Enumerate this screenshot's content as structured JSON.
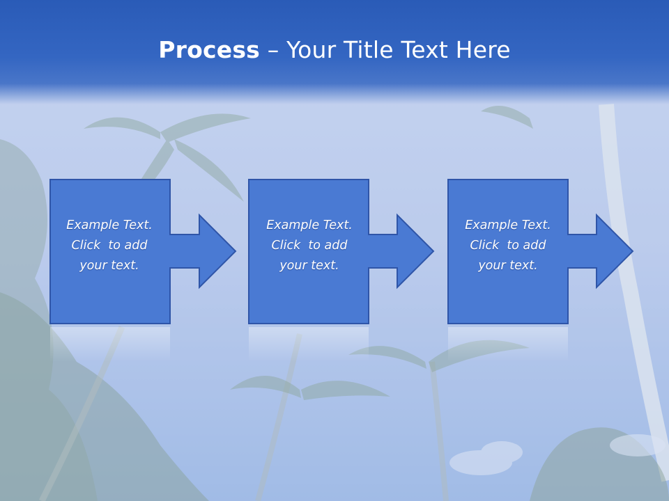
{
  "slide": {
    "title_bold": "Process",
    "title_rest": " – Your Title Text Here",
    "background_image": "tropical palm trees against blue sky",
    "colors": {
      "header": "#3466c2",
      "step_fill": "#4a7ad3",
      "step_border": "#2f55a8",
      "text": "#ffffff"
    },
    "steps": [
      {
        "line1": "Example Text.",
        "line2": "Click  to add",
        "line3": "your text."
      },
      {
        "line1": "Example Text.",
        "line2": "Click  to add",
        "line3": "your text."
      },
      {
        "line1": "Example Text.",
        "line2": "Click  to add",
        "line3": "your text."
      }
    ]
  }
}
